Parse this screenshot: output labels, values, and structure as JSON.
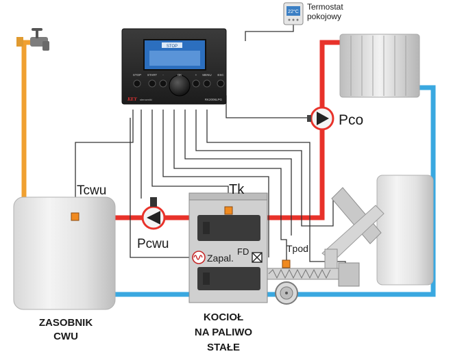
{
  "labels": {
    "thermostat_line1": "Termostat",
    "thermostat_line2": "pokojowy",
    "thermostat_display": "22°C",
    "pump_co": "Pco",
    "pump_cwu": "Pcwu",
    "sensor_tcwu": "Tcwu",
    "sensor_tk": "Tk",
    "sensor_tpod": "Tpod",
    "fd": "FD",
    "igniter": "Zapal.",
    "tank_line1": "ZASOBNIK",
    "tank_line2": "CWU",
    "boiler_line1": "KOCIOŁ",
    "boiler_line2": "NA PALIWO",
    "boiler_line3": "STAŁE"
  },
  "controller": {
    "buttons": [
      "STOP",
      "START",
      "-",
      "OK",
      "+",
      "MENU",
      "ESC"
    ],
    "brand": "KEY",
    "brand_sub": "sterowniki",
    "model": "RK2006LPG",
    "screen_text": "STOP"
  },
  "colors": {
    "hot_pipe": "#e8322a",
    "cold_pipe": "#3aa8e0",
    "dhw_pipe": "#f0a030",
    "sensor": "#f08a20",
    "wire": "#333333",
    "controller_body": "#2a2a2a",
    "screen": "#2c6fbf"
  }
}
